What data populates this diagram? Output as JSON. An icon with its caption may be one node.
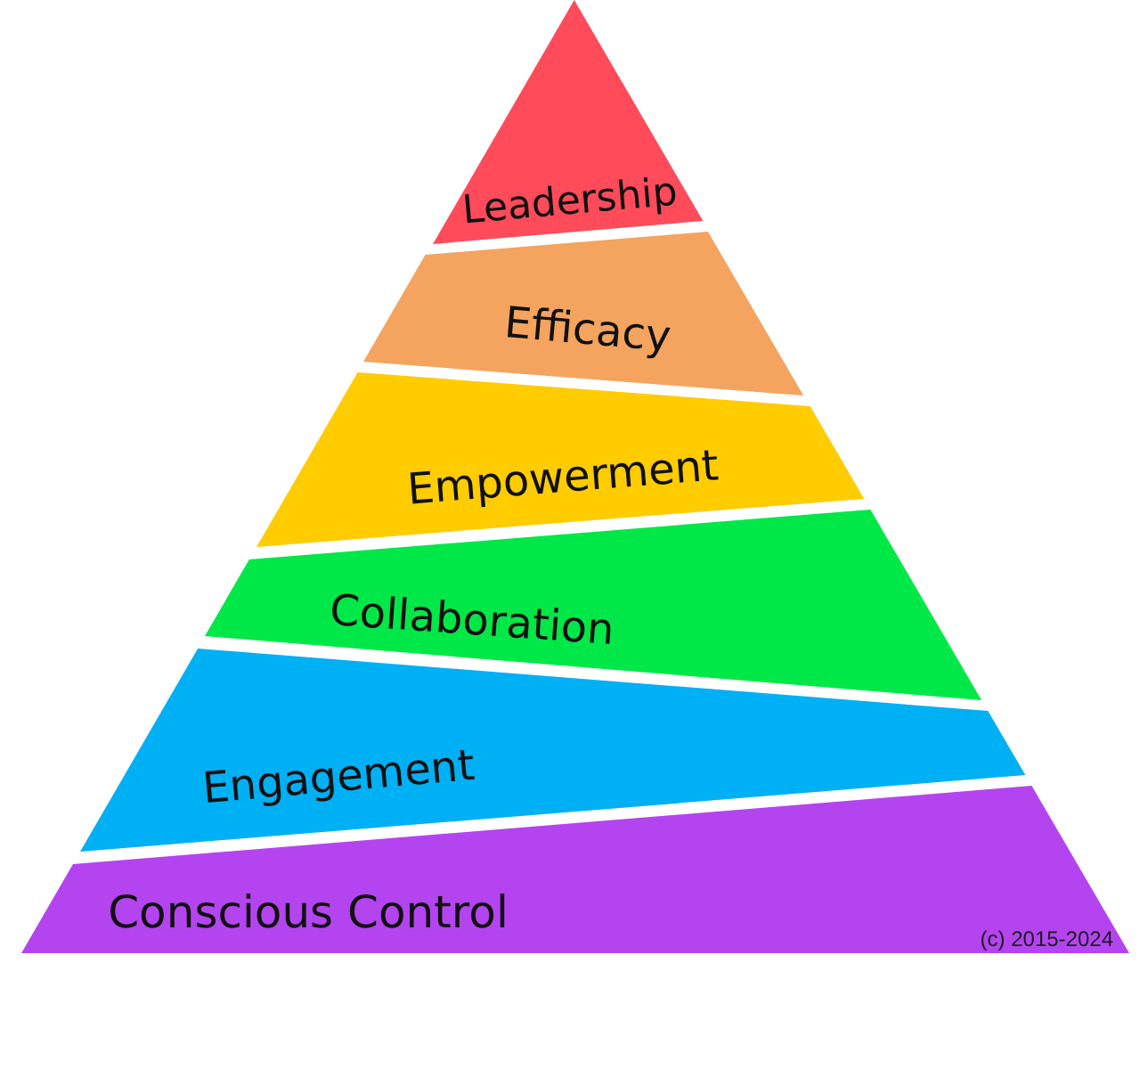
{
  "diagram": {
    "nodes": [
      {
        "text": [
          "Leadership"
        ]
      },
      {
        "text": [
          "Efficacy"
        ]
      },
      {
        "text": [
          "Empowerment"
        ]
      },
      {
        "text": [
          "Collaboration"
        ]
      },
      {
        "text": [
          "Engagement"
        ]
      },
      {
        "text": [
          "Conscious Control"
        ]
      }
    ],
    "labels": [
      "(c) 2015-2024"
    ]
  }
}
